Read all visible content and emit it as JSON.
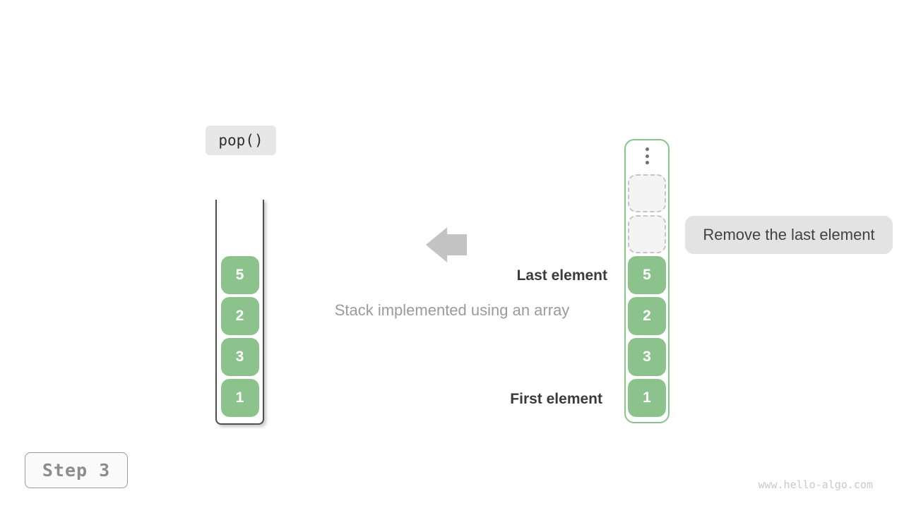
{
  "operation": {
    "label": "pop()"
  },
  "step": {
    "label": "Step 3"
  },
  "caption": "Stack implemented using an array",
  "labels": {
    "last_element": "Last element",
    "first_element": "First element",
    "remove_note": "Remove the last element"
  },
  "stack_view": {
    "description": "stack drawn as open-top container, values top to bottom",
    "cells": [
      "5",
      "2",
      "3",
      "1"
    ]
  },
  "array_view": {
    "ellipsis_icon": "vertical-ellipsis",
    "empty_slot_count": 2,
    "cells": [
      "5",
      "2",
      "3",
      "1"
    ]
  },
  "watermark": "www.hello-algo.com",
  "colors": {
    "cell_green": "#8cc28c",
    "array_border_green": "#8bc48b",
    "note_bg": "#e3e3e3",
    "arrow_gray": "#c3c3c3",
    "dark_text": "#3b3b3b",
    "muted_text": "#9b9b9b"
  }
}
